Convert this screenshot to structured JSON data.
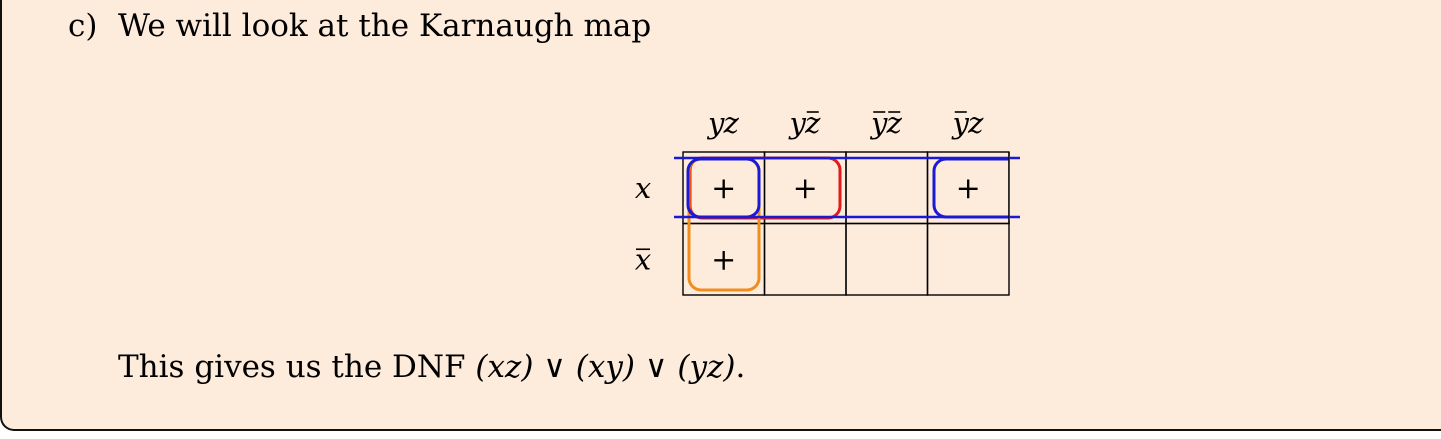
{
  "heading": {
    "label": "c)",
    "text": "We will look at the Karnaugh map"
  },
  "kmap": {
    "columns": [
      {
        "parts": [
          {
            "t": "y",
            "bar": false
          },
          {
            "t": "z",
            "bar": false
          }
        ]
      },
      {
        "parts": [
          {
            "t": "y",
            "bar": false
          },
          {
            "t": "z",
            "bar": true
          }
        ]
      },
      {
        "parts": [
          {
            "t": "y",
            "bar": true
          },
          {
            "t": "z",
            "bar": true
          }
        ]
      },
      {
        "parts": [
          {
            "t": "y",
            "bar": true
          },
          {
            "t": "z",
            "bar": false
          }
        ]
      }
    ],
    "rows": [
      {
        "t": "x",
        "bar": false
      },
      {
        "t": "x",
        "bar": true
      }
    ],
    "cells": [
      [
        "+",
        "+",
        "",
        "+"
      ],
      [
        "+",
        "",
        "",
        ""
      ]
    ],
    "colors": {
      "blue": "#1a1ad6",
      "red": "#e01b1b",
      "orange": "#f28c1c",
      "grid": "#000000"
    }
  },
  "conclusion": {
    "prefix": "This gives us the DNF",
    "formula": "(xz) ∨ (xy) ∨ (yz)",
    "suffix": "."
  }
}
